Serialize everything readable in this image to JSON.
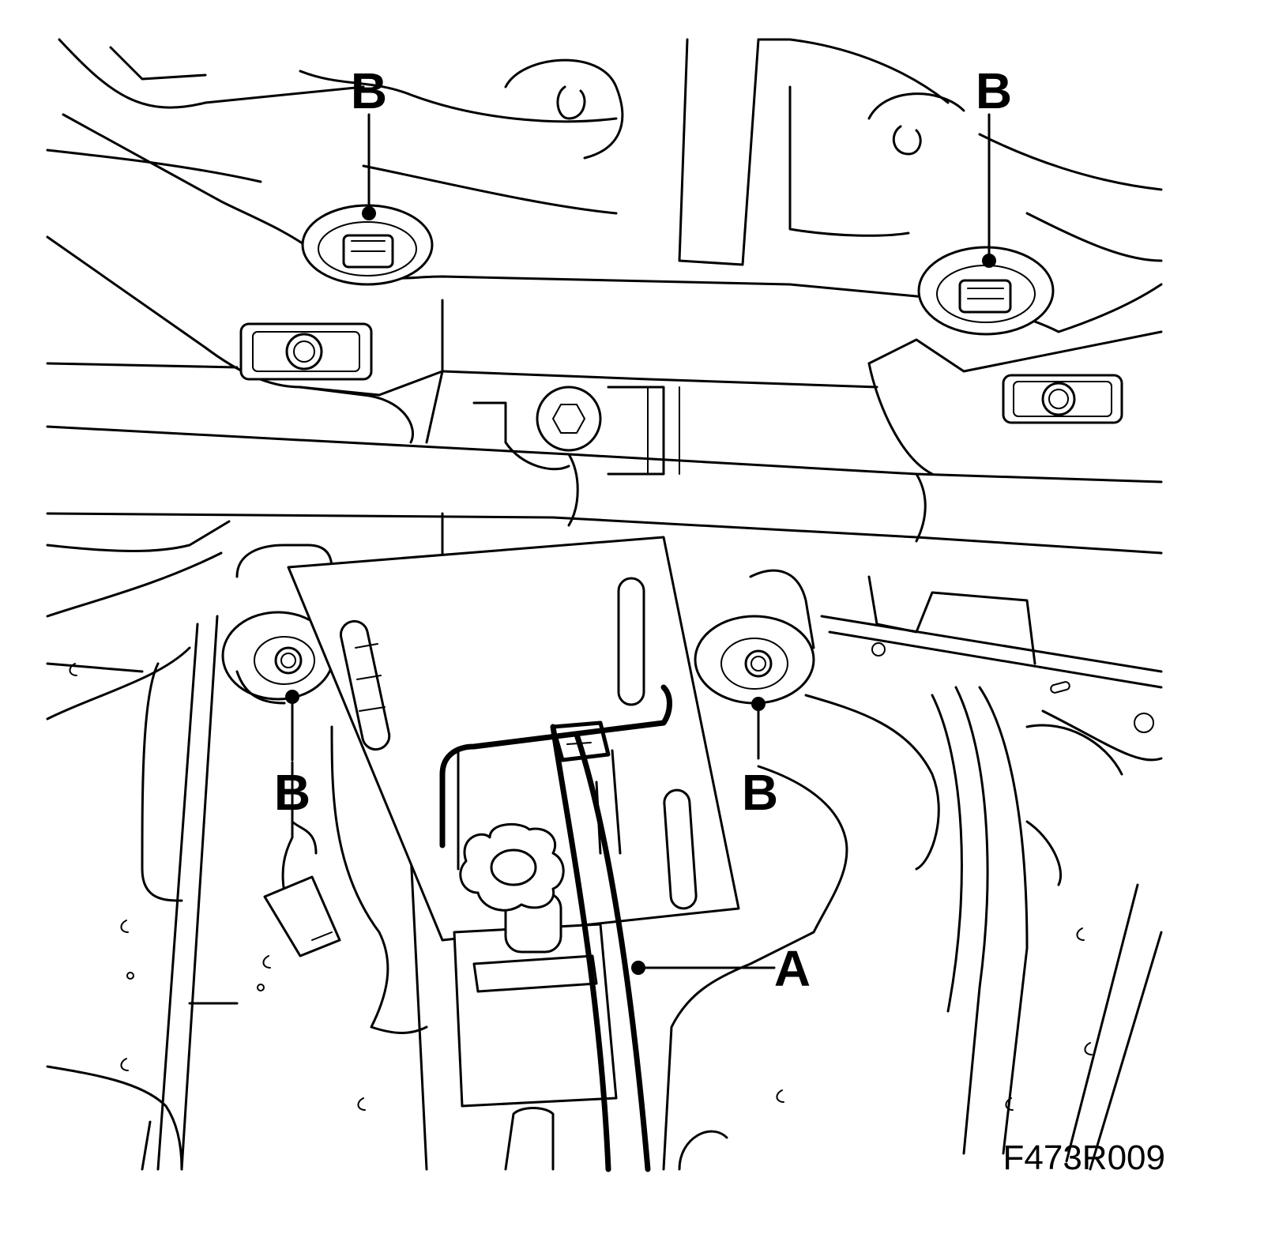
{
  "diagram": {
    "callouts": {
      "bolt_top_left": "B",
      "bolt_top_right": "B",
      "bolt_lower_left": "B",
      "bolt_lower_right": "B",
      "support_bracket": "A"
    },
    "figure_id": "F473R009",
    "colors": {
      "line": "#000000",
      "background": "#ffffff"
    }
  }
}
